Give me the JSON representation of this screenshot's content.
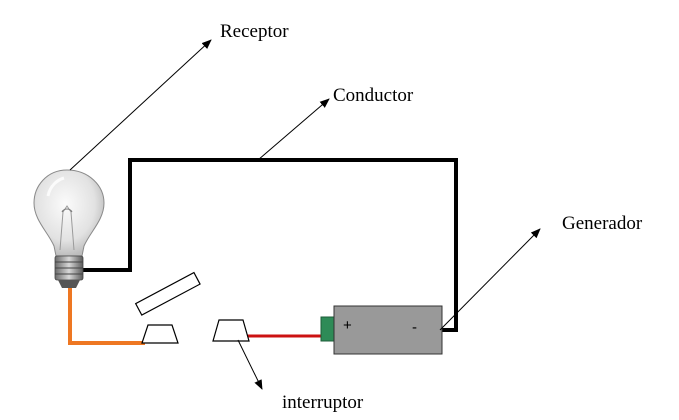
{
  "labels": {
    "receptor": "Receptor",
    "conductor": "Conductor",
    "generador": "Generador",
    "interruptor": "interruptor"
  },
  "battery": {
    "plus": "+",
    "minus": "-"
  },
  "colors": {
    "conductor_wire": "#000000",
    "switch_wire": "#ee7722",
    "positive_wire": "#cc1111",
    "battery_body": "#999999",
    "battery_terminal": "#2e8b57"
  }
}
